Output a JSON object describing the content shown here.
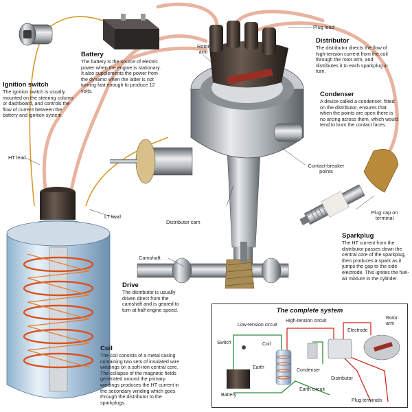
{
  "callouts": {
    "battery": {
      "title": "Battery",
      "body": "The battery is the source of electric power when the engine is stationary. It also supplements the power from the dynamo when the latter is not turning fast enough to produce 12 volts."
    },
    "ignition_switch": {
      "title": "Ignition switch",
      "body": "The ignition switch is usually mounted on the steering column or dashboard, and controls the flow of current between the battery and ignition system."
    },
    "distributor": {
      "title": "Distributor",
      "body": "The distributor directs the flow of high-tension current from the coil through the rotor arm, and distributes it to each sparkplug in turn."
    },
    "condenser": {
      "title": "Condenser",
      "body": "A device called a condenser, fitted on the distributor, ensures that when the points are open there is no arcing across them, which would tend to burn the contact faces."
    },
    "sparkplug": {
      "title": "Sparkplug",
      "body": "The HT current from the distributor passes down the central core of the sparkplug, then produces a spark as it jumps the gap to the side electrode. This ignites the fuel-air mixture in the cylinder."
    },
    "drive": {
      "title": "Drive",
      "body": "The distributor is usually driven direct from the camshaft and is geared to turn at half engine speed."
    },
    "coil": {
      "title": "Coil",
      "body": "The coil consists of a metal casing containing two sets of insulated wire windings on a soft-iron central core. The collapse of the magnetic fields generated around the primary windings produces the HT current in the secondary winding which goes through the distributor to the sparkplugs."
    }
  },
  "labels": {
    "plug_lead": "Plug lead",
    "rotor_arm": "Rotor arm",
    "ht_lead": "HT lead",
    "lt_lead": "LT lead",
    "contact_breaker": "Contact-breaker points",
    "distributor_cam": "Distributor cam",
    "plug_cap": "Plug cap on terminal",
    "camshaft": "Camshaft"
  },
  "complete_system": {
    "title": "The complete system",
    "low_tension": "Low-tension circuit",
    "high_tension": "High-tension circuit",
    "electrode": "Electrode",
    "rotor_arm": "Rotor arm",
    "switch": "Switch",
    "coil": "Coil",
    "earth": "Earth",
    "condenser": "Condenser",
    "distributor": "Distributor",
    "battery": "Battery",
    "earth_circuit": "Earth circuit",
    "plug_terminals": "Plug terminals"
  },
  "colors": {
    "ht_lead": "#e8b3a0",
    "lt_lead": "#d99a2b",
    "coil_winding": "#d9531e",
    "metal": "#b9bec4",
    "circuit_red": "#cc2a1e",
    "circuit_green": "#2f8a3a"
  }
}
